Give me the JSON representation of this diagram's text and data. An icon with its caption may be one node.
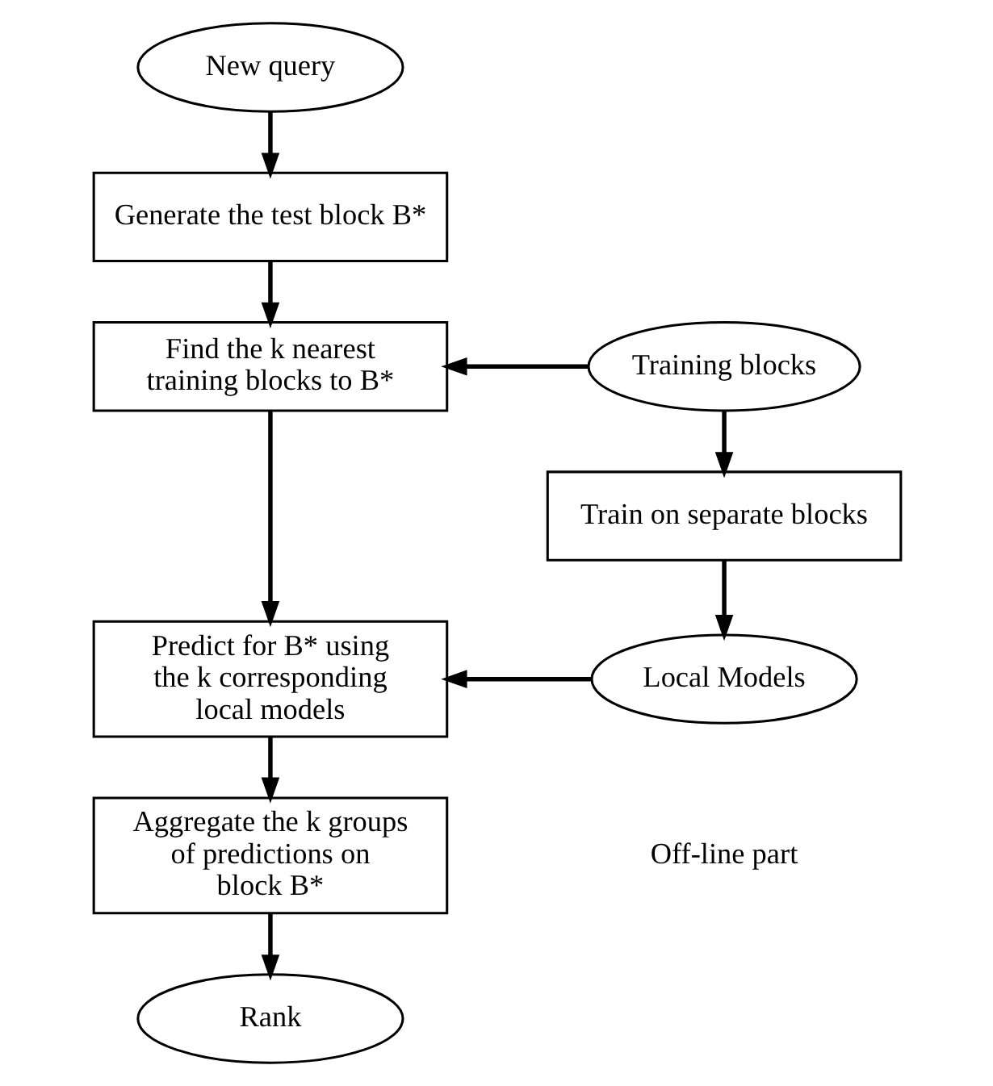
{
  "diagram": {
    "nodes": [
      {
        "text": [
          "New query"
        ]
      },
      {
        "text": [
          "Generate the test block B*"
        ]
      },
      {
        "text": [
          "Find the k nearest training blocks to B*"
        ]
      },
      {
        "text": [
          "Predict for B* using the k corresponding local models"
        ]
      },
      {
        "text": [
          "Aggregate the k groups of predictions on block B*"
        ]
      },
      {
        "text": [
          "Rank"
        ]
      },
      {
        "text": [
          "Training blocks"
        ]
      },
      {
        "text": [
          "Train on separate blocks"
        ]
      },
      {
        "text": [
          "Local Models"
        ]
      }
    ],
    "edges": [
      {
        "from": 0,
        "to": 1,
        "arrow": "to"
      },
      {
        "from": 1,
        "to": 2,
        "arrow": "to"
      },
      {
        "from": 2,
        "to": 3,
        "arrow": "to"
      },
      {
        "from": 3,
        "to": 4,
        "arrow": "to"
      },
      {
        "from": 4,
        "to": 5,
        "arrow": "to"
      },
      {
        "from": 6,
        "to": 2,
        "arrow": "to"
      },
      {
        "from": 6,
        "to": 7,
        "arrow": "to"
      },
      {
        "from": 7,
        "to": 8,
        "arrow": "to"
      },
      {
        "from": 8,
        "to": 3,
        "arrow": "to"
      }
    ],
    "labels": [
      "Off-line part"
    ]
  }
}
